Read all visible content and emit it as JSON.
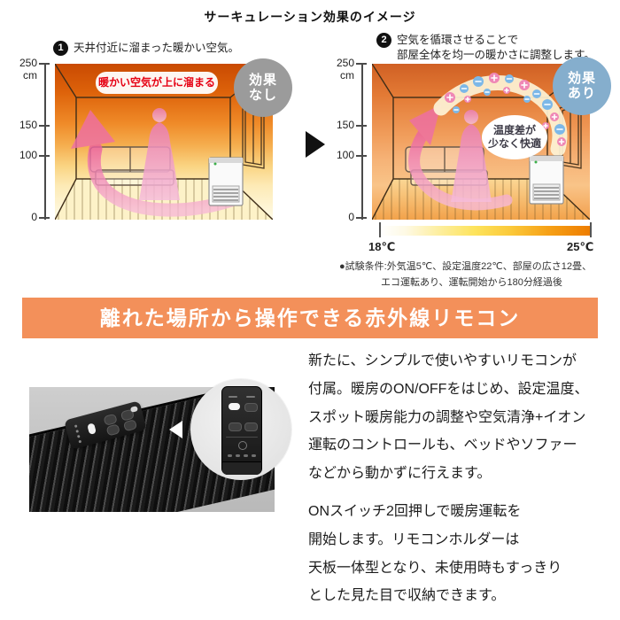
{
  "title": "サーキュレーション効果のイメージ",
  "before": {
    "step": "1",
    "caption": "天井付近に溜まった暖かい空気。",
    "badge": "効果\nなし",
    "ceiling_label": "暖かい空気が上に溜まる",
    "axis": {
      "top": "250",
      "unit": "cm",
      "t150": "150",
      "t100": "100",
      "t0": "0"
    }
  },
  "after": {
    "step": "2",
    "caption": "空気を循環させることで\n部屋全体を均一の暖かさに調整します。",
    "badge": "効果\nあり",
    "bubble": "温度差が\n少なく快適",
    "axis": {
      "top": "250",
      "unit": "cm",
      "t150": "150",
      "t100": "100",
      "t0": "0"
    },
    "scale_min": "18℃",
    "scale_max": "25℃"
  },
  "note_line1": "●試験条件:外気温5℃、設定温度22℃、部屋の広さ12畳、",
  "note_line2": "エコ運転あり、運転開始から180分経過後",
  "banner": "離れた場所から操作できる赤外線リモコン",
  "body": {
    "lines": [
      "新たに、シンプルで使いやすいリモコンが",
      "付属。暖房のON/OFFをはじめ、設定温度、",
      "スポット暖房能力の調整や空気清浄+イオン",
      "運転のコントロールも、ベッドやソファー",
      "などから動かずに行えます。",
      "ONスイッチ2回押しで暖房運転を",
      "開始します。リモコンホルダーは",
      "天板一体型となり、未使用時もすっきり",
      "とした見た目で収納できます。"
    ]
  },
  "colors": {
    "banner_orange": "#f3905a",
    "badge_no_gray": "#9b9b9b",
    "badge_yes_blue": "#85aecd",
    "label_red": "#e60012"
  }
}
